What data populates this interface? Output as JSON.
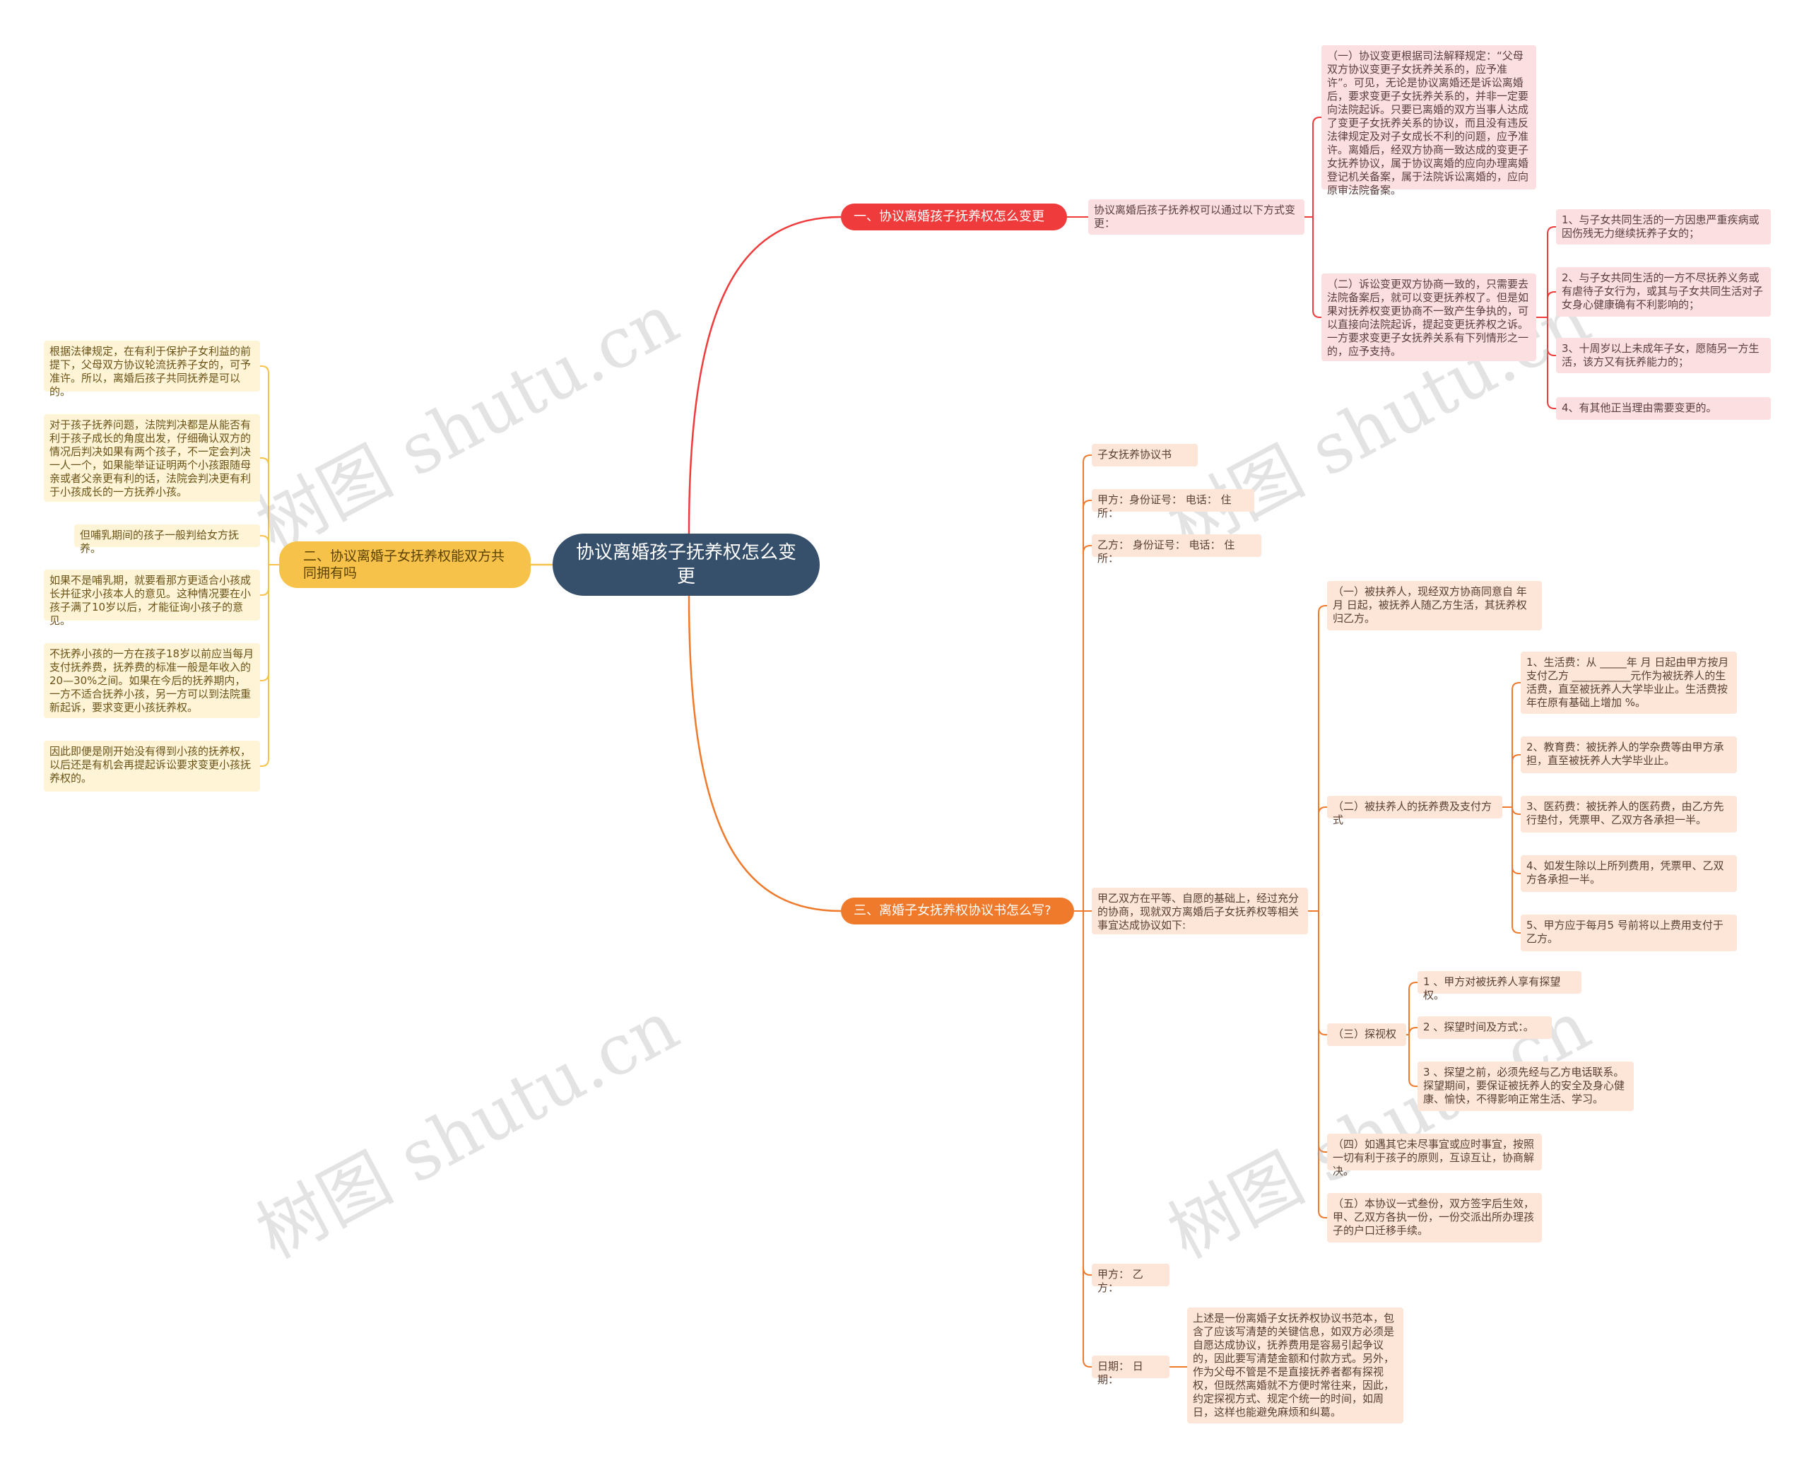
{
  "root": "协议离婚孩子抚养权怎么变更",
  "branch1": {
    "title": "一、协议离婚孩子抚养权怎么变更",
    "child": "协议离婚后孩子抚养权可以通过以下方式变更：",
    "item1": "（一）协议变更根据司法解释规定：“父母双方协议变更子女抚养关系的，应予准许”。可见，无论是协议离婚还是诉讼离婚后，要求变更子女抚养关系的，并非一定要向法院起诉。只要已离婚的双方当事人达成了变更子女抚养关系的协议，而且没有违反法律规定及对子女成长不利的问题，应予准许。离婚后，经双方协商一致达成的变更子女抚养协议，属于协议离婚的应向办理离婚登记机关备案，属于法院诉讼离婚的，应向原审法院备案。",
    "item2": "（二）诉讼变更双方协商一致的，只需要去法院备案后，就可以变更抚养权了。但是如果对抚养权变更协商不一致产生争执的，可以直接向法院起诉，提起变更抚养权之诉。一方要求变更子女抚养关系有下列情形之一的，应予支持。",
    "item2_children": [
      "1、与子女共同生活的一方因患严重疾病或因伤残无力继续抚养子女的；",
      "2、与子女共同生活的一方不尽抚养义务或有虐待子女行为，或其与子女共同生活对子女身心健康确有不利影响的；",
      "3、十周岁以上未成年子女，愿随另一方生活，该方又有抚养能力的；",
      "4、有其他正当理由需要变更的。"
    ]
  },
  "branch2": {
    "title": "二、协议离婚子女抚养权能双方共同拥有吗",
    "items": [
      "根据法律规定，在有利于保护子女利益的前提下，父母双方协议轮流抚养子女的，可予准许。所以，离婚后孩子共同抚养是可以的。",
      "对于孩子抚养问题，法院判决都是从能否有利于孩子成长的角度出发，仔细确认双方的情况后判决如果有两个孩子，不一定会判决一人一个，如果能举证证明两个小孩跟随母亲或者父亲更有利的话，法院会判决更有利于小孩成长的一方抚养小孩。",
      "但哺乳期间的孩子一般判给女方抚养。",
      "如果不是哺乳期，就要看那方更适合小孩成长并征求小孩本人的意见。这种情况要在小孩子满了10岁以后，才能征询小孩子的意见。",
      "不抚养小孩的一方在孩子18岁以前应当每月支付抚养费，抚养费的标准一般是年收入的20—30%之间。如果在今后的抚养期内，一方不适合抚养小孩，另一方可以到法院重新起诉，要求变更小孩抚养权。",
      "因此即便是刚开始没有得到小孩的抚养权，以后还是有机会再提起诉讼要求变更小孩抚养权的。"
    ]
  },
  "branch3": {
    "title": "三、离婚子女抚养权协议书怎么写?",
    "top_items": [
      "子女抚养协议书",
      "甲方：身份证号：  电话：  住所：",
      "乙方：  身份证号：  电话：  住所："
    ],
    "intro": "甲乙双方在平等、自愿的基础上，经过充分的协商，现就双方离婚后子女抚养权等相关事宜达成协议如下:",
    "s1": "（一）被扶养人，现经双方协商同意自 年 月 日起，被抚养人随乙方生活，其抚养权归乙方。",
    "s2": "（二）被扶养人的抚养费及支付方式",
    "s2_children": [
      "1、生活费：从 _____年 月 日起由甲方按月支付乙方 ___________元作为被抚养人的生活费，直至被抚养人大学毕业止。生活费按年在原有基础上增加 %。",
      "2、教育费：被抚养人的学杂费等由甲方承担，直至被抚养人大学毕业止。",
      "3、医药费：被抚养人的医药费，由乙方先行垫付，凭票甲、乙双方各承担一半。",
      "4、如发生除以上所列费用，凭票甲、乙双方各承担一半。",
      "5、甲方应于每月5 号前将以上费用支付于乙方。"
    ],
    "s3": "（三）探视权",
    "s3_children": [
      "1 、甲方对被抚养人享有探望权。",
      "2 、探望时间及方式：。",
      "3 、探望之前，必须先经与乙方电话联系。探望期间，要保证被抚养人的安全及身心健康、愉快，不得影响正常生活、学习。"
    ],
    "s4": "（四）如遇其它未尽事宜或应时事宜，按照一切有利于孩子的原则，互谅互让，协商解决。",
    "s5": "（五）本协议一式叁份，双方签字后生效，甲、乙双方各执一份，一份交派出所办理孩子的户口迁移手续。",
    "sign": "甲方：  乙方：",
    "date": "日期：  日期：",
    "date_note": "上述是一份离婚子女抚养权协议书范本，包含了应该写清楚的关键信息，如双方必须是自愿达成协议，抚养费用是容易引起争议的，因此要写清楚金额和付款方式。另外，作为父母不管是不是直接抚养者都有探视权，但既然离婚就不方便时常往来，因此，约定探视方式、规定个统一的时间，如周日，这样也能避免麻烦和纠葛。"
  },
  "watermark": "树图 shutu.cn",
  "colors": {
    "root": "#36506b",
    "branch1": "#ef3b3b",
    "branch2": "#f7c24a",
    "branch3": "#f07a2c",
    "leaf1": "#fcdfe0",
    "leaf2": "#fff4d6",
    "leaf3": "#fde5d8"
  }
}
